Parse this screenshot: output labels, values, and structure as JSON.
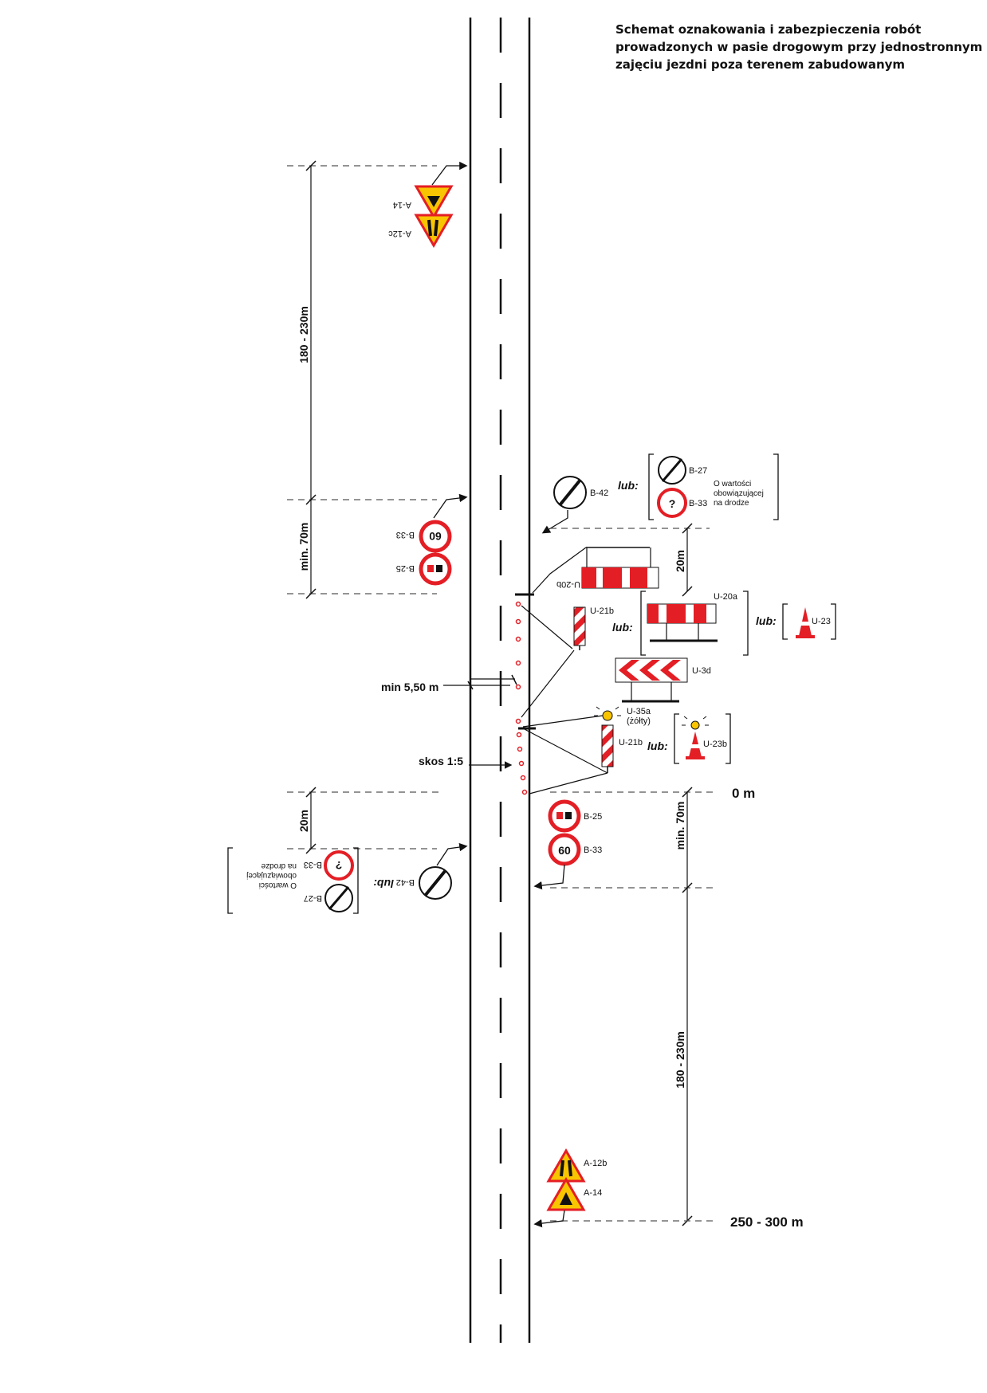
{
  "title": {
    "line1": "Schemat oznakowania i zabezpieczenia robót",
    "line2": "prowadzonych w pasie drogowym przy jednostronnym",
    "line3": "zajęciu jezdni poza terenem zabudowanym"
  },
  "dimensions": {
    "top_180_230": "180 - 230m",
    "top_min70": "min. 70m",
    "left_20m": "20m",
    "right_20m": "20m",
    "right_min70": "min. 70m",
    "bottom_180_230": "180 - 230m",
    "zero": "0 m",
    "end": "250 - 300 m",
    "min_550": "min 5,50 m",
    "skos": "skos 1:5"
  },
  "signs": {
    "a14": "A-14",
    "a12b": "A-12b",
    "a12c": "A-12c",
    "b33": "B-33",
    "b25": "B-25",
    "b42": "B-42",
    "b27": "B-27",
    "lub": "lub:",
    "owartosci": [
      "O wartości",
      "obowiązującej",
      "na drodze"
    ],
    "u20b": "U-20b",
    "u20a": "U-20a",
    "u21b": "U-21b",
    "u23": "U-23",
    "u3d": "U-3d",
    "u35a": "U-35a",
    "zolty": "(żółty)",
    "u23b": "U-23b",
    "speed": "60",
    "question": "?"
  },
  "colors": {
    "red": "#e41e25",
    "yellow": "#f9c400",
    "line": "#111111"
  }
}
